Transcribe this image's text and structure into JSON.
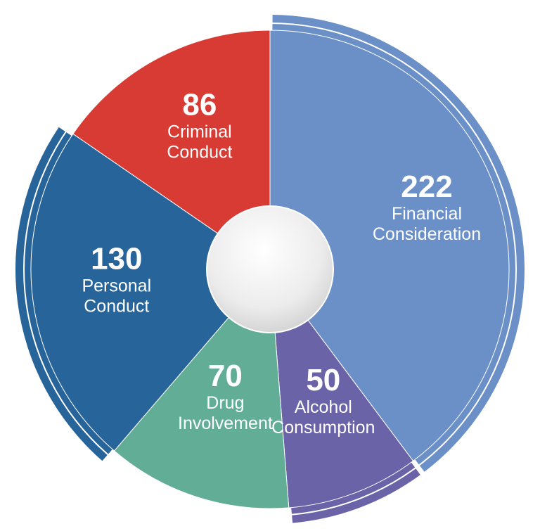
{
  "chart_data": {
    "type": "pie",
    "title": "",
    "categories": [
      "Financial Consideration",
      "Alcohol Consumption",
      "Drug Involvement",
      "Personal Conduct",
      "Criminal Conduct"
    ],
    "values": [
      222,
      50,
      70,
      130,
      86
    ],
    "slices": [
      {
        "value": 222,
        "label_lines": [
          "Financial",
          "Consideration"
        ],
        "color": "#6a90c7",
        "outer_band": true
      },
      {
        "value": 50,
        "label_lines": [
          "Alcohol",
          "Consumption"
        ],
        "color": "#6b63a8",
        "outer_band": true
      },
      {
        "value": 70,
        "label_lines": [
          "Drug",
          "Involvement"
        ],
        "color": "#62ad96",
        "outer_band": false
      },
      {
        "value": 130,
        "label_lines": [
          "Personal",
          "Conduct"
        ],
        "color": "#27649a",
        "outer_band": true
      },
      {
        "value": 86,
        "label_lines": [
          "Criminal",
          "Conduct"
        ],
        "color": "#d73b34",
        "outer_band": false
      }
    ],
    "center_hole": true,
    "legend": "none"
  }
}
